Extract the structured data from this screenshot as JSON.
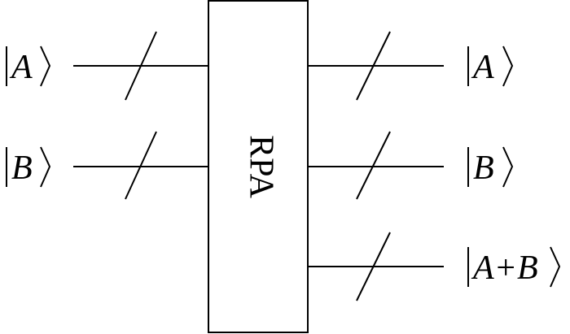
{
  "gate": {
    "label": "RPA"
  },
  "inputs": [
    {
      "label": "A"
    },
    {
      "label": "B"
    }
  ],
  "outputs": [
    {
      "label": "A"
    },
    {
      "label": "B"
    },
    {
      "label": "A+B"
    }
  ]
}
